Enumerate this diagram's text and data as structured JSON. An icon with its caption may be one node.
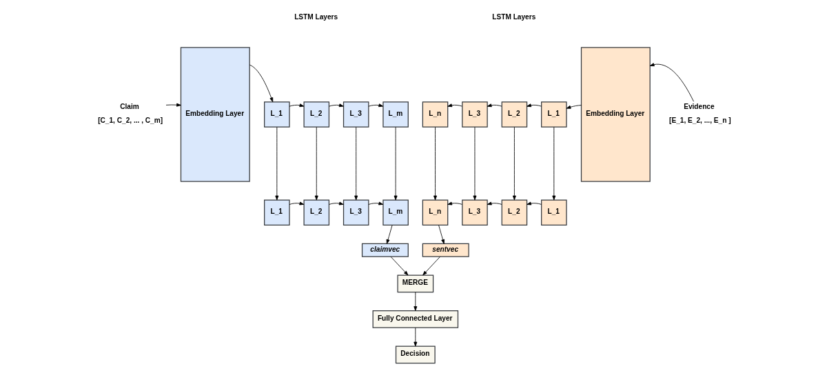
{
  "diagram": {
    "nodes": [
      {
        "text": [
          "Claim",
          "[C_1, C_2, ... , C_m]"
        ]
      },
      {
        "text": [
          "Embedding Layer"
        ]
      },
      {
        "text": [
          "L_1"
        ]
      },
      {
        "text": [
          "L_2"
        ]
      },
      {
        "text": [
          "L_3"
        ]
      },
      {
        "text": [
          "L_m"
        ]
      },
      {
        "text": [
          "L_1"
        ]
      },
      {
        "text": [
          "L_2"
        ]
      },
      {
        "text": [
          "L_3"
        ]
      },
      {
        "text": [
          "L_m"
        ]
      },
      {
        "text": [
          "claimvec"
        ]
      },
      {
        "text": [
          "Evidence",
          "[E_1, E_2, ..., E_n ]"
        ]
      },
      {
        "text": [
          "Embedding Layer"
        ]
      },
      {
        "text": [
          "L_n"
        ]
      },
      {
        "text": [
          "L_3"
        ]
      },
      {
        "text": [
          "L_2"
        ]
      },
      {
        "text": [
          "L_1"
        ]
      },
      {
        "text": [
          "L_n"
        ]
      },
      {
        "text": [
          "L_3"
        ]
      },
      {
        "text": [
          "L_2"
        ]
      },
      {
        "text": [
          "L_1"
        ]
      },
      {
        "text": [
          "sentvec"
        ]
      },
      {
        "text": [
          "MERGE"
        ]
      },
      {
        "text": [
          "Fully Connected Layer"
        ]
      },
      {
        "text": [
          "Decision"
        ]
      }
    ],
    "edges": [
      {
        "from": 0,
        "to": 1,
        "arrow": "to"
      },
      {
        "from": 1,
        "to": 2,
        "arrow": "to"
      },
      {
        "from": 2,
        "to": 3,
        "arrow": "to"
      },
      {
        "from": 3,
        "to": 4,
        "arrow": "to"
      },
      {
        "from": 4,
        "to": 5,
        "arrow": "to"
      },
      {
        "from": 2,
        "to": 6,
        "arrow": "to"
      },
      {
        "from": 3,
        "to": 7,
        "arrow": "to"
      },
      {
        "from": 4,
        "to": 8,
        "arrow": "to"
      },
      {
        "from": 5,
        "to": 9,
        "arrow": "to"
      },
      {
        "from": 6,
        "to": 7,
        "arrow": "to"
      },
      {
        "from": 7,
        "to": 8,
        "arrow": "to"
      },
      {
        "from": 8,
        "to": 9,
        "arrow": "to"
      },
      {
        "from": 9,
        "to": 10,
        "arrow": "to"
      },
      {
        "from": 11,
        "to": 12,
        "arrow": "to"
      },
      {
        "from": 12,
        "to": 16,
        "arrow": "to"
      },
      {
        "from": 16,
        "to": 15,
        "arrow": "to"
      },
      {
        "from": 15,
        "to": 14,
        "arrow": "to"
      },
      {
        "from": 14,
        "to": 13,
        "arrow": "to"
      },
      {
        "from": 16,
        "to": 20,
        "arrow": "to"
      },
      {
        "from": 15,
        "to": 19,
        "arrow": "to"
      },
      {
        "from": 14,
        "to": 18,
        "arrow": "to"
      },
      {
        "from": 13,
        "to": 17,
        "arrow": "to"
      },
      {
        "from": 20,
        "to": 19,
        "arrow": "to"
      },
      {
        "from": 19,
        "to": 18,
        "arrow": "to"
      },
      {
        "from": 18,
        "to": 17,
        "arrow": "to"
      },
      {
        "from": 17,
        "to": 21,
        "arrow": "to"
      },
      {
        "from": 10,
        "to": 22,
        "arrow": "to"
      },
      {
        "from": 21,
        "to": 22,
        "arrow": "to"
      },
      {
        "from": 22,
        "to": 23,
        "arrow": "to"
      },
      {
        "from": 23,
        "to": 24,
        "arrow": "to"
      }
    ],
    "labels": [
      "LSTM Layers",
      "LSTM Layers"
    ]
  }
}
